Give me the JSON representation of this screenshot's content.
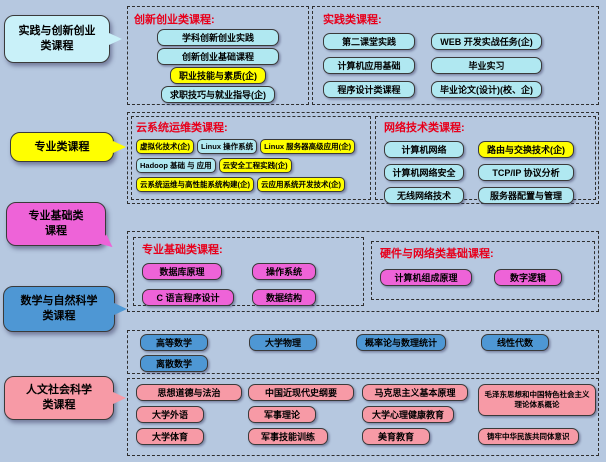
{
  "colors": {
    "background": "#b6c8e0",
    "course_cyan": "#b0e8f1",
    "course_yellow": "#ffff00",
    "course_magenta": "#ee63d8",
    "course_blue": "#4e97d4",
    "course_pink": "#f79aa6",
    "group_title_red": "#e8001c",
    "dashed_border": "#2e2e2e"
  },
  "callouts": {
    "practice": {
      "label": "实践与创新创业类课程"
    },
    "professional": {
      "label": "专业类课程"
    },
    "foundation": {
      "label": "专业基础类课程"
    },
    "math": {
      "label": "数学与自然科学类课程"
    },
    "humanities": {
      "label": "人文社会科学类课程"
    }
  },
  "sections": {
    "practice": {
      "innovation": {
        "title": "创新创业类课程:",
        "items": [
          "学科创新创业实践",
          "创新创业基础课程",
          "职业技能与素质(企)",
          "求职技巧与就业指导(企)"
        ]
      },
      "practical": {
        "title": "实践类课程:",
        "items": [
          "第二课堂实践",
          "WEB 开发实战任务(企)",
          "计算机应用基础",
          "毕业实习",
          "程序设计类课程",
          "毕业论文(设计)(校、企)"
        ]
      }
    },
    "professional": {
      "cloud": {
        "title": "云系统运维类课程:",
        "items": [
          "虚拟化技术(企)",
          "Linux 操作系统",
          "Linux 服务器高级应用(企)",
          "Hadoop 基础 与 应用",
          "云安全工程实践(企)",
          "云系统运维与高性能系统构建(企)",
          "云应用系统开发技术(企)"
        ]
      },
      "network": {
        "title": "网络技术类课程:",
        "items": [
          "计算机网络",
          "路由与交换技术(企)",
          "计算机网络安全",
          "TCP/IP 协议分析",
          "无线网络技术",
          "服务器配置与管理"
        ]
      }
    },
    "foundation": {
      "basic": {
        "title": "专业基础类课程:",
        "items": [
          "数据库原理",
          "操作系统",
          "C 语言程序设计",
          "数据结构"
        ]
      },
      "hardware": {
        "title": "硬件与网络类基础课程:",
        "items": [
          "计算机组成原理",
          "数字逻辑"
        ]
      }
    },
    "math": {
      "items": [
        "高等数学",
        "大学物理",
        "概率论与数理统计",
        "线性代数",
        "离散数学"
      ]
    },
    "humanities": {
      "items": [
        "思想道德与法治",
        "中国近现代史纲要",
        "马克思主义基本原理",
        "毛泽东思想和中国特色社会主义理论体系概论",
        "大学外语",
        "军事理论",
        "大学心理健康教育",
        "大学体育",
        "军事技能训练",
        "美育教育",
        "铸牢中华民族共同体意识"
      ]
    }
  }
}
